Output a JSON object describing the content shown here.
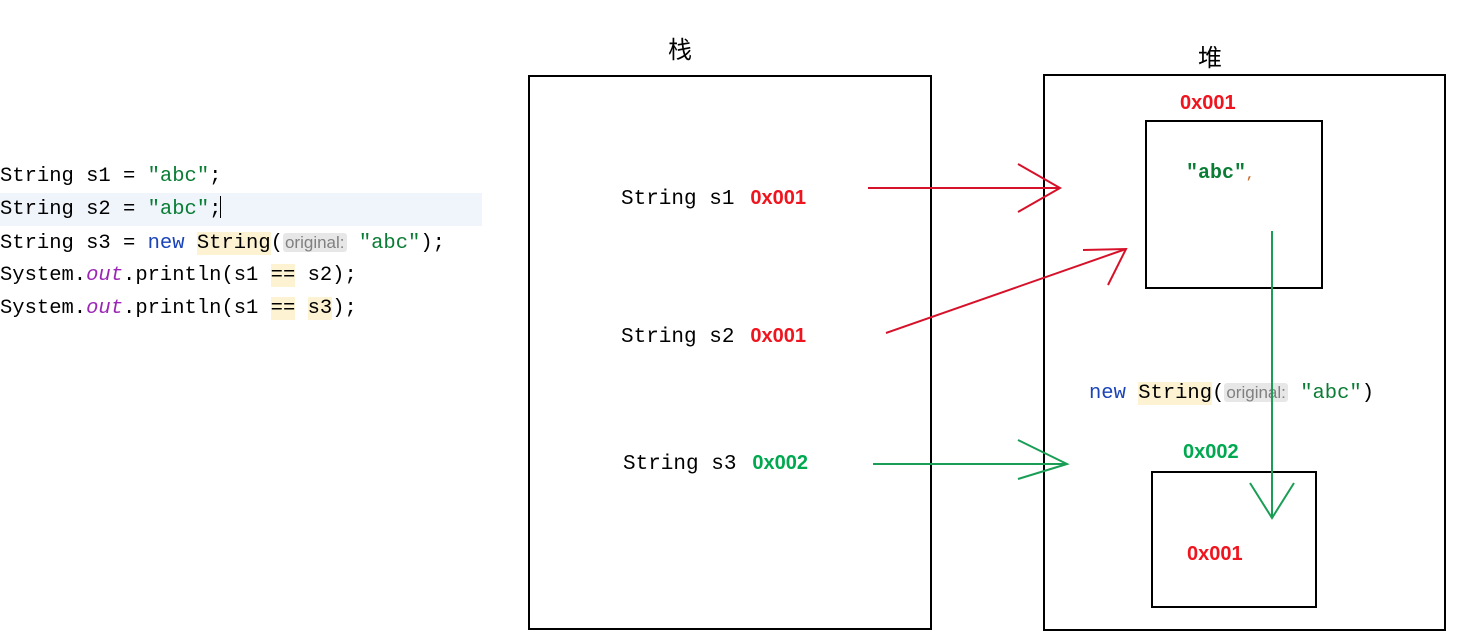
{
  "code": {
    "lines": [
      {
        "id": "line-1",
        "highlighted": false,
        "parts": [
          {
            "text": "String s1 = ",
            "style": "plain"
          },
          {
            "text": "\"abc\"",
            "style": "string"
          },
          {
            "text": ";",
            "style": "plain"
          }
        ]
      },
      {
        "id": "line-2",
        "highlighted": true,
        "parts": [
          {
            "text": "String s2 = ",
            "style": "plain"
          },
          {
            "text": "\"abc\"",
            "style": "string"
          },
          {
            "text": ";",
            "style": "plain"
          }
        ]
      },
      {
        "id": "line-3",
        "highlighted": false,
        "parts": [
          {
            "text": "String s3 = ",
            "style": "plain"
          },
          {
            "text": "new",
            "style": "keyword"
          },
          {
            "text": " ",
            "style": "plain"
          },
          {
            "text": "String",
            "style": "plain-highlight"
          },
          {
            "text": "(",
            "style": "plain"
          },
          {
            "text": "original:",
            "style": "param-hint"
          },
          {
            "text": " ",
            "style": "plain"
          },
          {
            "text": "\"abc\"",
            "style": "string"
          },
          {
            "text": ");",
            "style": "plain"
          }
        ]
      },
      {
        "id": "line-4",
        "highlighted": false,
        "parts": [
          {
            "text": "System.",
            "style": "plain"
          },
          {
            "text": "out",
            "style": "field"
          },
          {
            "text": ".println(s1 ",
            "style": "plain"
          },
          {
            "text": "==",
            "style": "plain-highlight"
          },
          {
            "text": " s2);",
            "style": "plain"
          }
        ]
      },
      {
        "id": "line-5",
        "highlighted": false,
        "parts": [
          {
            "text": "System.",
            "style": "plain"
          },
          {
            "text": "out",
            "style": "field"
          },
          {
            "text": ".println(s1 ",
            "style": "plain"
          },
          {
            "text": "==",
            "style": "plain-highlight"
          },
          {
            "text": " ",
            "style": "plain"
          },
          {
            "text": "s3",
            "style": "plain-highlight"
          },
          {
            "text": ");",
            "style": "plain"
          }
        ]
      }
    ]
  },
  "stack": {
    "title": "栈",
    "rows": [
      {
        "declaration": "String s1",
        "address": "0x001",
        "address_color": "red"
      },
      {
        "declaration": "String s2",
        "address": "0x001",
        "address_color": "red"
      },
      {
        "declaration": "String s3",
        "address": "0x002",
        "address_color": "green"
      }
    ]
  },
  "heap": {
    "title": "堆",
    "object_1": {
      "address": "0x001",
      "value": "\"abc\"",
      "value_artifact": ","
    },
    "object_2": {
      "address": "0x002",
      "value": "0x001"
    },
    "expression": {
      "keyword": "new",
      "type": "String",
      "open_paren": "(",
      "param_hint": "original:",
      "argument": "\"abc\"",
      "close_paren": ")"
    }
  },
  "colors": {
    "address_red": "#f0141e",
    "address_green": "#00a84f",
    "string_green": "#0a7d35",
    "keyword_blue": "#1a44b8",
    "field_purple": "#9b26b6",
    "arrow_red": "#d6122a",
    "arrow_green": "#1a9e56",
    "highlight_yellow": "#fdf3d2",
    "selection_blue": "#f0f4fb",
    "box_black": "#000000"
  },
  "arrows": [
    {
      "name": "s1-to-heap-object-1",
      "color": "red",
      "kind": "straight-right"
    },
    {
      "name": "s2-to-heap-object-1",
      "color": "red",
      "kind": "diagonal-up-right"
    },
    {
      "name": "s3-to-heap-object-2",
      "color": "green",
      "kind": "straight-right"
    },
    {
      "name": "heap-object-2-to-object-1",
      "color": "green",
      "kind": "vertical-down"
    }
  ]
}
